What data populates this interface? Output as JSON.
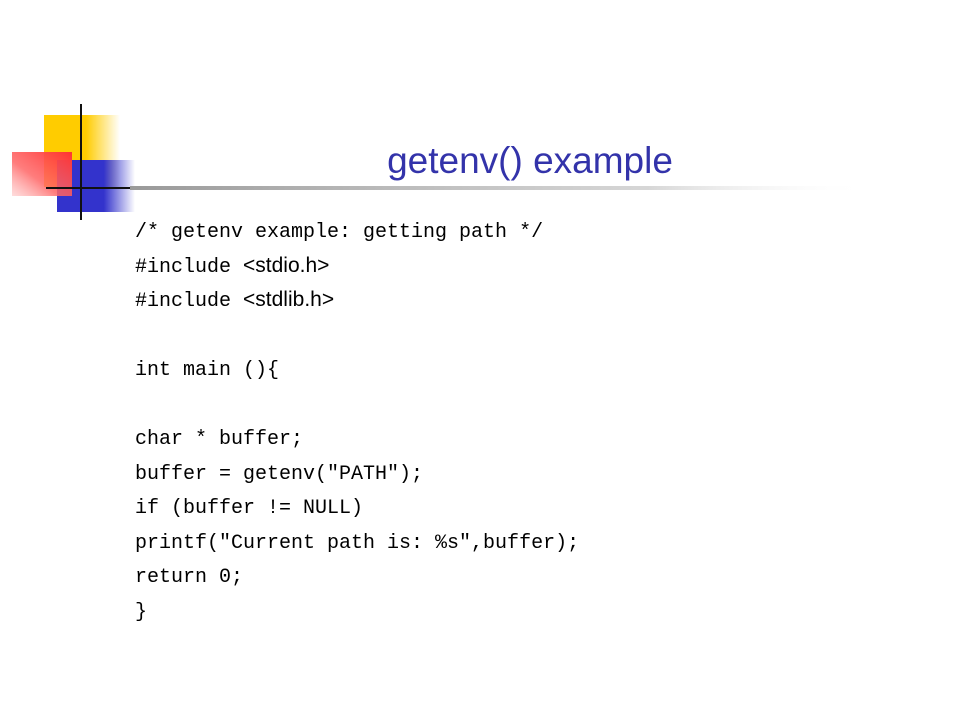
{
  "slide": {
    "title": "getenv() example",
    "code_lines": [
      {
        "parts": [
          {
            "text": "/* getenv example: getting path */",
            "font": "mono"
          }
        ]
      },
      {
        "parts": [
          {
            "text": "#include ",
            "font": "mono"
          },
          {
            "text": "<stdio.h>",
            "font": "sans"
          }
        ]
      },
      {
        "parts": [
          {
            "text": "#include ",
            "font": "mono"
          },
          {
            "text": "<stdlib.h>",
            "font": "sans"
          }
        ]
      },
      {
        "parts": []
      },
      {
        "parts": [
          {
            "text": "int main (){",
            "font": "mono"
          }
        ]
      },
      {
        "parts": []
      },
      {
        "parts": [
          {
            "text": "char * buffer;",
            "font": "mono"
          }
        ]
      },
      {
        "parts": [
          {
            "text": "buffer = getenv(\"PATH\");",
            "font": "mono"
          }
        ]
      },
      {
        "parts": [
          {
            "text": "if (buffer != NULL)",
            "font": "mono"
          }
        ]
      },
      {
        "parts": [
          {
            "text": "printf(\"Current path is: %s\",buffer);",
            "font": "mono"
          }
        ]
      },
      {
        "parts": [
          {
            "text": "return 0;",
            "font": "mono"
          }
        ]
      },
      {
        "parts": [
          {
            "text": "}",
            "font": "mono"
          }
        ]
      }
    ]
  },
  "theme": {
    "title_color": "#3333aa",
    "yellow_block": "#ffcc00",
    "red_block": "#ff4444",
    "blue_block": "#3333cc",
    "rule_color": "#c0c0c0"
  }
}
